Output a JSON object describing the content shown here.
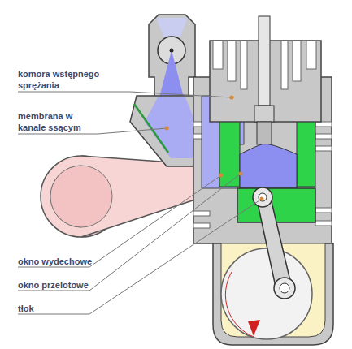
{
  "diagram": {
    "labels": [
      "komora wstępnego sprężania",
      "membrana w kanale ssącym",
      "okno wydechowe",
      "okno przelotowe",
      "tłok"
    ]
  }
}
